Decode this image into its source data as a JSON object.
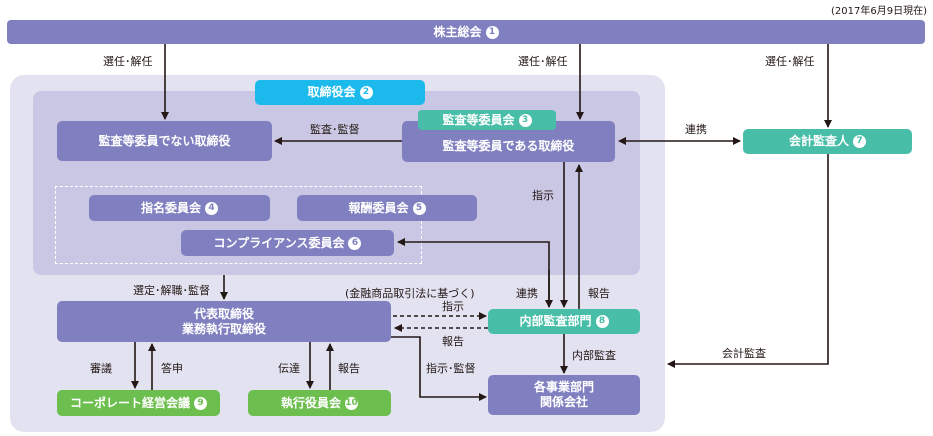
{
  "date_note": "(2017年6月9日現在)",
  "nodes": {
    "shareholders": {
      "label": "株主総会",
      "num": "1"
    },
    "board": {
      "label": "取締役会",
      "num": "2"
    },
    "non_audit_directors": {
      "label": "監査等委員でない取締役"
    },
    "audit_committee": {
      "label": "監査等委員会",
      "num": "3"
    },
    "audit_directors": {
      "label": "監査等委員である取締役"
    },
    "nomination_committee": {
      "label": "指名委員会",
      "num": "4"
    },
    "compensation_committee": {
      "label": "報酬委員会",
      "num": "5"
    },
    "compliance_committee": {
      "label": "コンプライアンス委員会",
      "num": "6"
    },
    "accounting_auditor": {
      "label": "会計監査人",
      "num": "7"
    },
    "internal_audit": {
      "label": "内部監査部門",
      "num": "8"
    },
    "corporate_meeting": {
      "label": "コーポレート経営会議",
      "num": "9"
    },
    "executive_officers": {
      "label": "執行役員会",
      "num": "10"
    },
    "representative_director": {
      "line1": "代表取締役",
      "line2": "業務執行取締役"
    },
    "business_divisions": {
      "line1": "各事業部門",
      "line2": "関係会社"
    }
  },
  "edge_labels": {
    "elect_dismiss_1": "選任･解任",
    "elect_dismiss_2": "選任･解任",
    "elect_dismiss_3": "選任･解任",
    "audit_supervise": "監査･監督",
    "cooperation_auditor": "連携",
    "instruction_audit": "指示",
    "select_dismiss_supervise": "選定･解職･監督",
    "fiea_note": "(金融商品取引法に基づく)",
    "instruction_internal": "指示",
    "report_internal": "報告",
    "cooperation_internal": "連携",
    "report_to_audit": "報告",
    "internal_audit": "内部監査",
    "accounting_audit": "会計監査",
    "deliberation": "審議",
    "response": "答申",
    "transmission": "伝達",
    "report_exec": "報告",
    "instruct_supervise": "指示･監督"
  },
  "colors": {
    "purple": "#8080c0",
    "green": "#48bea8",
    "cyan": "#1cb9ec",
    "lime": "#6cbe4e",
    "outer_region": "#e3e2f1",
    "board_region": "#c9c7e3",
    "line": "#231815"
  }
}
